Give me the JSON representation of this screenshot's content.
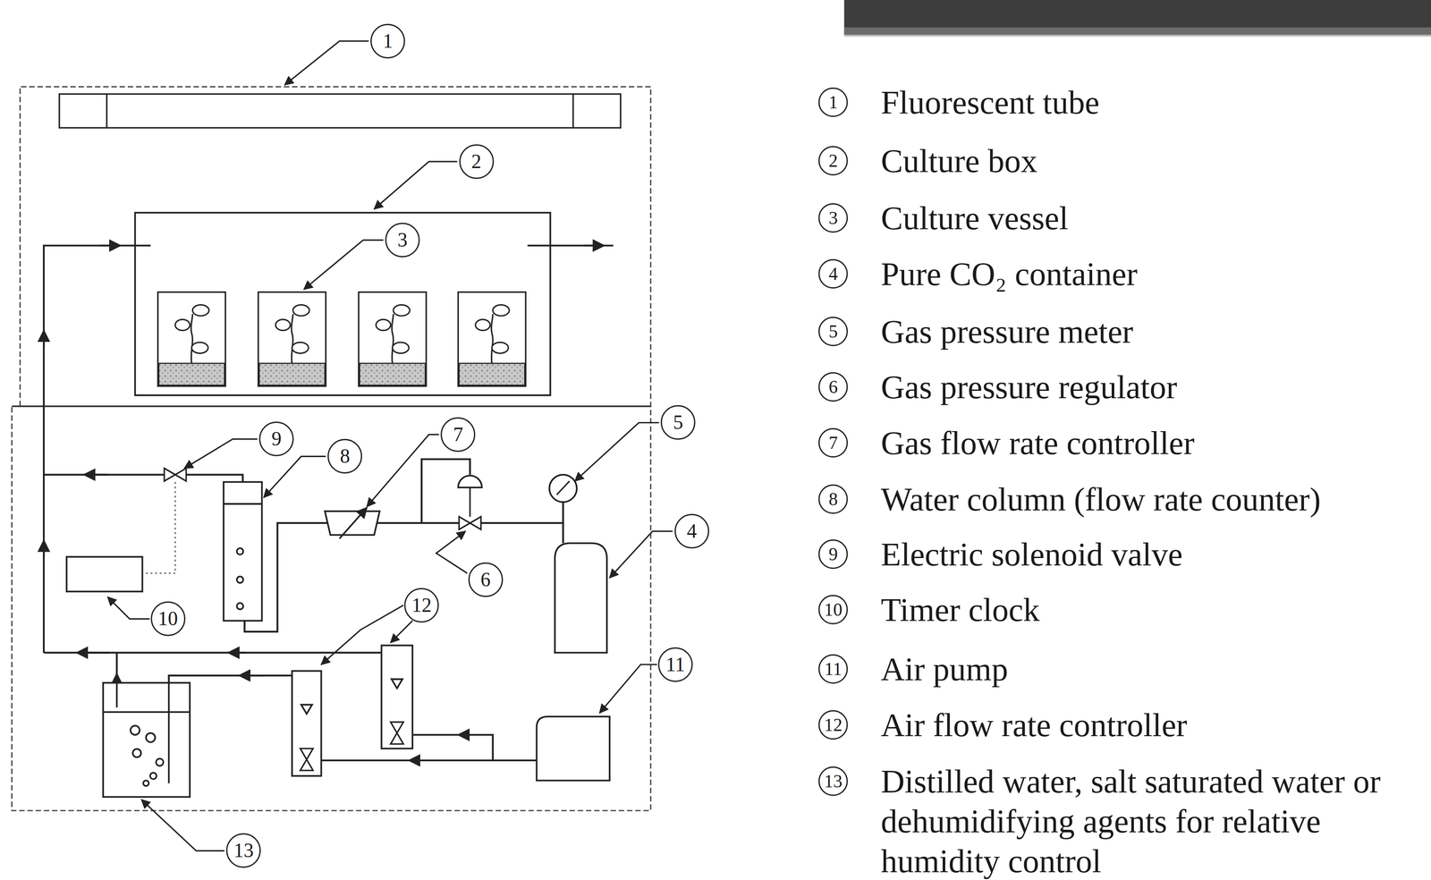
{
  "diagram": {
    "nodes": [
      {
        "text": [
          "1"
        ]
      },
      {
        "text": [
          "2"
        ]
      },
      {
        "text": [
          "3"
        ]
      },
      {
        "text": [
          "5"
        ]
      },
      {
        "text": [
          "7"
        ]
      },
      {
        "text": [
          "9"
        ]
      },
      {
        "text": [
          "8"
        ]
      },
      {
        "text": [
          "4"
        ]
      },
      {
        "text": [
          "6"
        ]
      },
      {
        "text": [
          "12"
        ]
      },
      {
        "text": [
          "10"
        ]
      },
      {
        "text": [
          "11"
        ]
      },
      {
        "text": [
          "13"
        ]
      },
      {
        "text": [
          "1",
          "Fluorescent tube"
        ]
      },
      {
        "text": [
          "2",
          "Culture box"
        ]
      },
      {
        "text": [
          "3",
          "Culture vessel"
        ]
      },
      {
        "text": [
          "4",
          "Pure CO₂ container"
        ]
      },
      {
        "text": [
          "5",
          "Gas pressure meter"
        ]
      },
      {
        "text": [
          "6",
          "Gas pressure regulator"
        ]
      },
      {
        "text": [
          "7",
          "Gas flow rate controller"
        ]
      },
      {
        "text": [
          "8",
          "Water column (flow rate counter)"
        ]
      },
      {
        "text": [
          "9",
          "Electric solenoid valve"
        ]
      },
      {
        "text": [
          "10",
          "Timer clock"
        ]
      },
      {
        "text": [
          "11",
          "Air pump"
        ]
      },
      {
        "text": [
          "12",
          "Air flow rate controller"
        ]
      },
      {
        "text": [
          "13",
          "Distilled water, salt saturated water or dehumidifying agents for relative humidity control"
        ]
      }
    ]
  }
}
